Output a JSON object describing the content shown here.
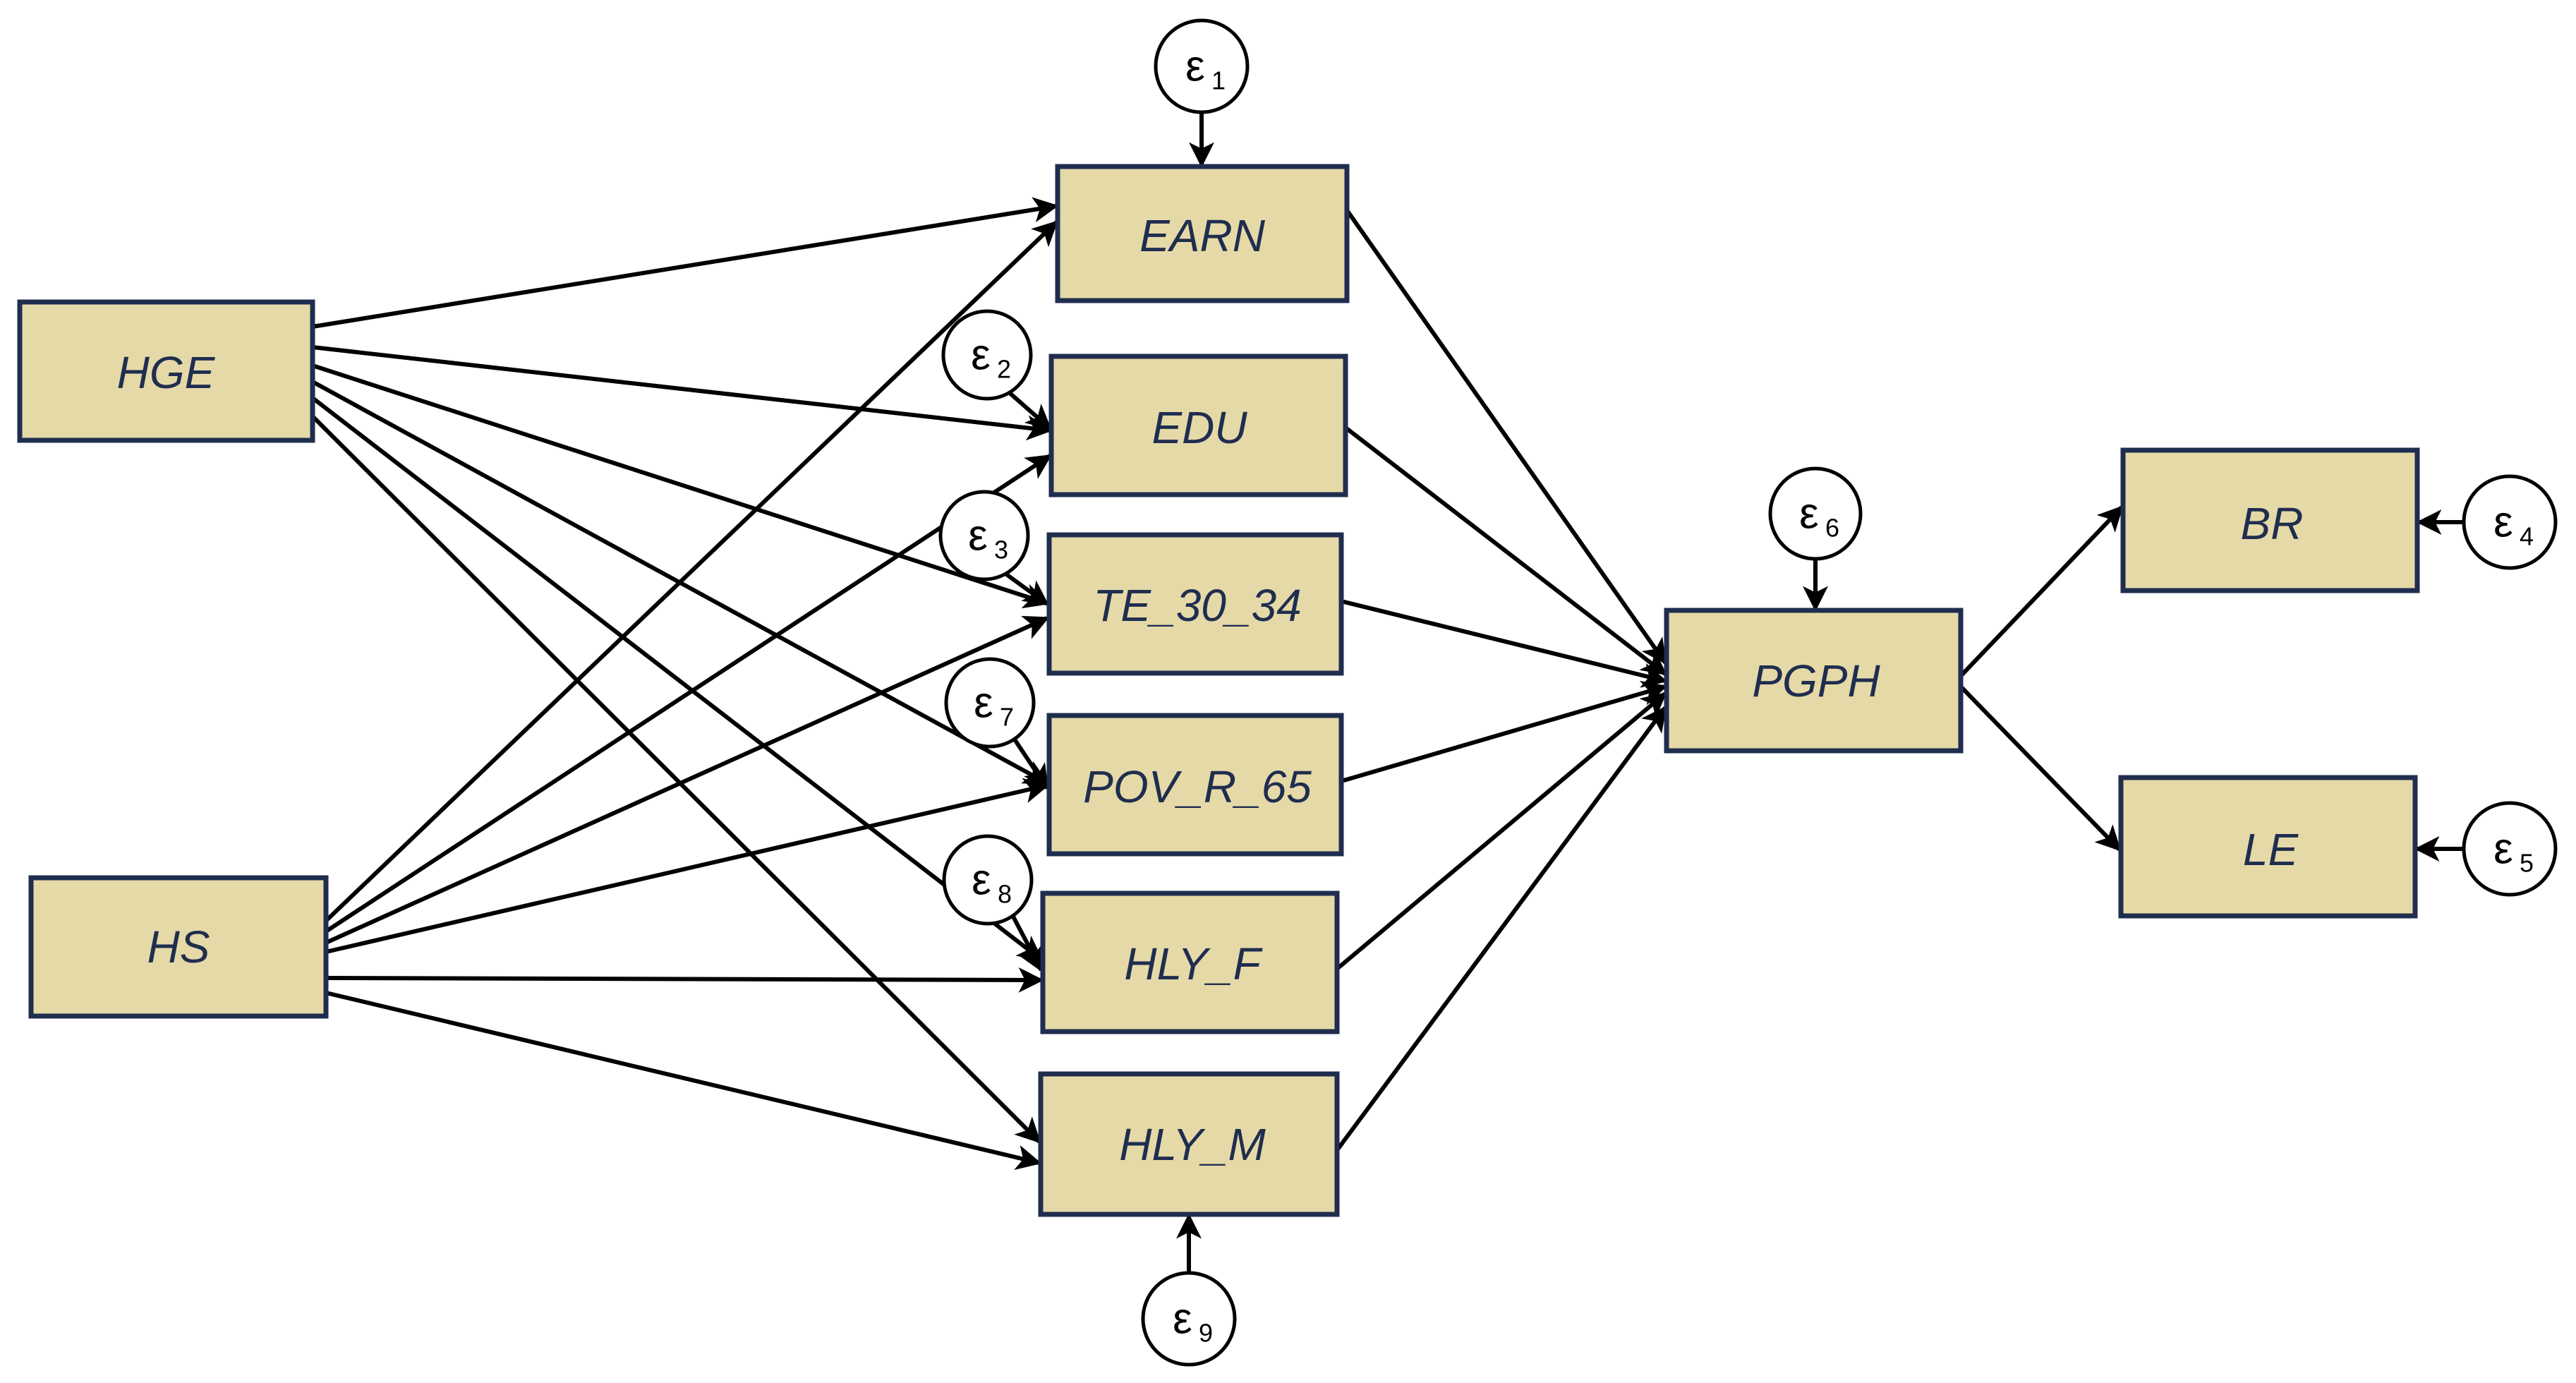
{
  "variables": {
    "HGE": "HGE",
    "HS": "HS",
    "EARN": "EARN",
    "EDU": "EDU",
    "TE_30_34": "TE_30_34",
    "POV_R_65": "POV_R_65",
    "HLY_F": "HLY_F",
    "HLY_M": "HLY_M",
    "PGPH": "PGPH",
    "BR": "BR",
    "LE": "LE"
  },
  "errors": {
    "e1": {
      "symbol": "ε",
      "index": "1"
    },
    "e2": {
      "symbol": "ε",
      "index": "2"
    },
    "e3": {
      "symbol": "ε",
      "index": "3"
    },
    "e4": {
      "symbol": "ε",
      "index": "4"
    },
    "e5": {
      "symbol": "ε",
      "index": "5"
    },
    "e6": {
      "symbol": "ε",
      "index": "6"
    },
    "e7": {
      "symbol": "ε",
      "index": "7"
    },
    "e8": {
      "symbol": "ε",
      "index": "8"
    },
    "e9": {
      "symbol": "ε",
      "index": "9"
    }
  },
  "paths": [
    [
      "HGE",
      "EARN"
    ],
    [
      "HGE",
      "EDU"
    ],
    [
      "HGE",
      "TE_30_34"
    ],
    [
      "HGE",
      "POV_R_65"
    ],
    [
      "HGE",
      "HLY_F"
    ],
    [
      "HGE",
      "HLY_M"
    ],
    [
      "HS",
      "EARN"
    ],
    [
      "HS",
      "EDU"
    ],
    [
      "HS",
      "TE_30_34"
    ],
    [
      "HS",
      "POV_R_65"
    ],
    [
      "HS",
      "HLY_F"
    ],
    [
      "HS",
      "HLY_M"
    ],
    [
      "EARN",
      "PGPH"
    ],
    [
      "EDU",
      "PGPH"
    ],
    [
      "TE_30_34",
      "PGPH"
    ],
    [
      "POV_R_65",
      "PGPH"
    ],
    [
      "HLY_F",
      "PGPH"
    ],
    [
      "HLY_M",
      "PGPH"
    ],
    [
      "PGPH",
      "BR"
    ],
    [
      "PGPH",
      "LE"
    ],
    [
      "e1",
      "EARN"
    ],
    [
      "e2",
      "EDU"
    ],
    [
      "e3",
      "TE_30_34"
    ],
    [
      "e7",
      "POV_R_65"
    ],
    [
      "e8",
      "HLY_F"
    ],
    [
      "e9",
      "HLY_M"
    ],
    [
      "e6",
      "PGPH"
    ],
    [
      "e4",
      "BR"
    ],
    [
      "e5",
      "LE"
    ]
  ],
  "colors": {
    "box_fill": "#e5d9a7",
    "box_border": "#1f2d4f",
    "label": "#1f2d4f",
    "arrow": "#000000"
  }
}
